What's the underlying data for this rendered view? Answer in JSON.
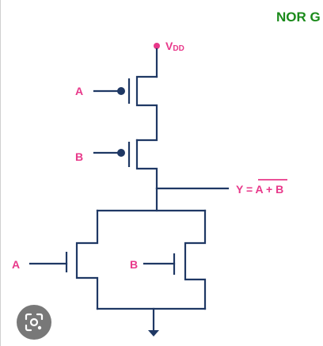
{
  "diagram": {
    "title": "NOR G",
    "supply_label_main": "V",
    "supply_label_sub": "DD",
    "inputs": {
      "pmos_top": "A",
      "pmos_bottom": "B",
      "nmos_left": "A",
      "nmos_right": "B"
    },
    "output": {
      "prefix": "Y = ",
      "expression": "A + B",
      "overbar": true
    }
  },
  "overlay": {
    "lens_icon": "camera-search-icon"
  },
  "colors": {
    "wire": "#1f3864",
    "label": "#e8388a",
    "title": "#1a8a1a"
  }
}
